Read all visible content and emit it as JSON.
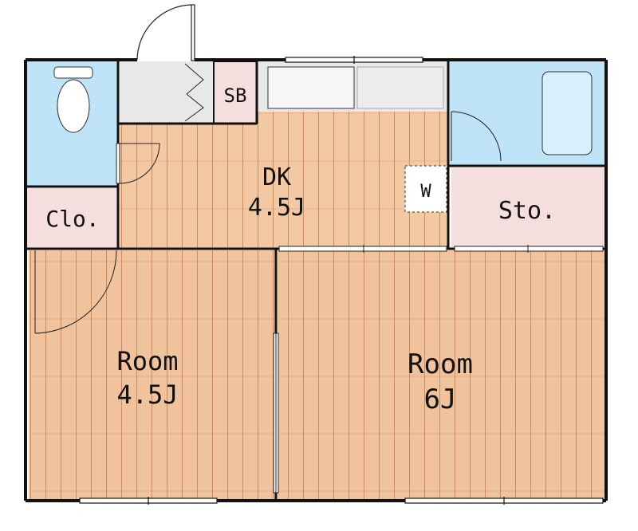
{
  "rooms": {
    "dk": {
      "name": "DK",
      "size": "4.5J"
    },
    "room_left": {
      "name": "Room",
      "size": "4.5J"
    },
    "room_right": {
      "name": "Room",
      "size": "6J"
    },
    "closet": {
      "name": "Clo."
    },
    "storage": {
      "name": "Sto."
    },
    "shoe_box": {
      "name": "SB"
    },
    "washer": {
      "name": "W"
    }
  },
  "colors": {
    "floor_wood": "#f0c6a0",
    "floor_line": "#c98b63",
    "wet_area": "#bfe3f7",
    "storage_pink": "#f4dede",
    "kitchen_gray": "#e8e8e8",
    "wall": "#111111"
  }
}
